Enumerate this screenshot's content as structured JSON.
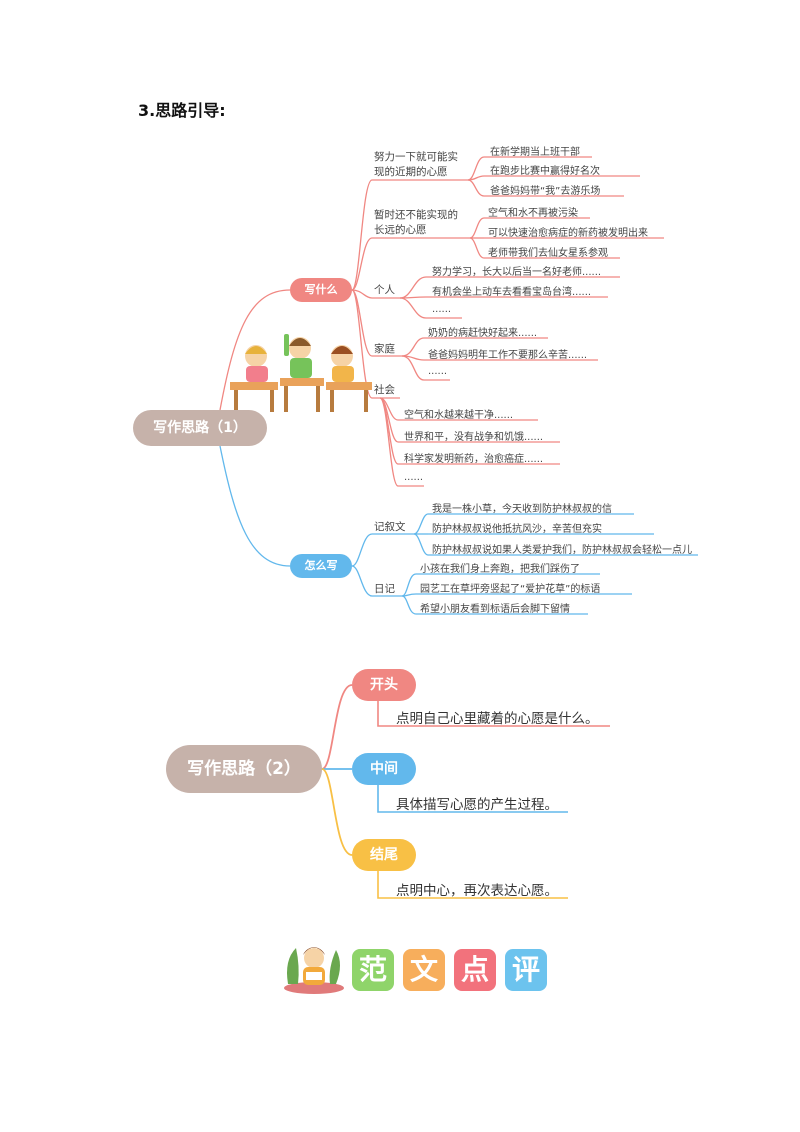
{
  "heading": "3.思路引导:",
  "mindmap1": {
    "root": "写作思路（1）",
    "what": {
      "label": "写什么",
      "near_wish": {
        "label": "努力一下就可能实现的近期的心愿",
        "items": [
          "在新学期当上班干部",
          "在跑步比赛中赢得好名次",
          "爸爸妈妈带“我”去游乐场"
        ]
      },
      "far_wish": {
        "label": "暂时还不能实现的长远的心愿",
        "items": [
          "空气和水不再被污染",
          "可以快速治愈病症的新药被发明出来",
          "老师带我们去仙女星系参观"
        ]
      },
      "personal": {
        "label": "个人",
        "items": [
          "努力学习，长大以后当一名好老师......",
          "有机会坐上动车去看看宝岛台湾......",
          "......"
        ]
      },
      "family": {
        "label": "家庭",
        "items": [
          "奶奶的病赶快好起来......",
          "爸爸妈妈明年工作不要那么辛苦......",
          "......"
        ]
      },
      "society": {
        "label": "社会",
        "items": [
          "空气和水越来越干净......",
          "世界和平，没有战争和饥饿......",
          "科学家发明新药，治愈癌症......",
          "......"
        ]
      }
    },
    "how": {
      "label": "怎么写",
      "narrative": {
        "label": "记叙文",
        "items": [
          "我是一株小草，今天收到防护林叔叔的信",
          "防护林叔叔说他抵抗风沙，辛苦但充实",
          "防护林叔叔说如果人类爱护我们，防护林叔叔会轻松一点儿"
        ]
      },
      "diary": {
        "label": "日记",
        "items": [
          "小孩在我们身上奔跑，把我们踩伤了",
          "园艺工在草坪旁竖起了“爱护花草”的标语",
          "希望小朋友看到标语后会脚下留情"
        ]
      }
    }
  },
  "mindmap2": {
    "root": "写作思路（2）",
    "branches": [
      {
        "label": "开头",
        "text": "点明自己心里藏着的心愿是什么。"
      },
      {
        "label": "中间",
        "text": "具体描写心愿的产生过程。"
      },
      {
        "label": "结尾",
        "text": "点明中心，再次表达心愿。"
      }
    ]
  },
  "banner": {
    "chars": [
      "范",
      "文",
      "点",
      "评"
    ],
    "colors": [
      "#8fd46a",
      "#f7ae5c",
      "#f2727c",
      "#6cc3ee"
    ]
  },
  "colors": {
    "red": "#f08782",
    "blue": "#62b8ec",
    "yellow": "#f8c045",
    "root": "#c6b2aa"
  }
}
